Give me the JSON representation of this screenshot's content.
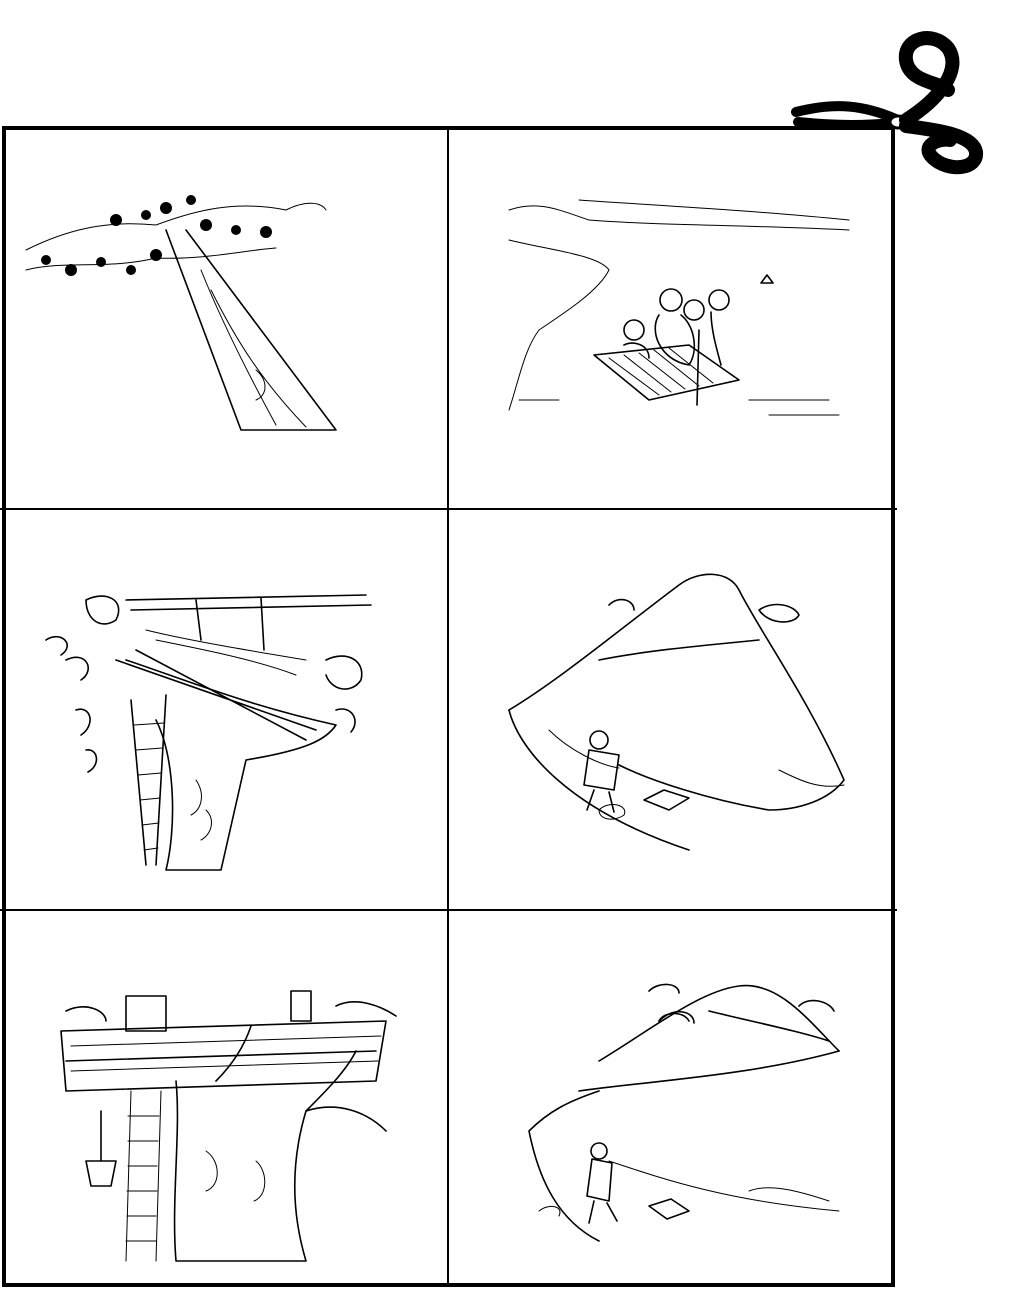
{
  "colors": {
    "ink": "#000000",
    "paper": "#ffffff"
  },
  "cut_marker": {
    "icon": "scissors-icon"
  },
  "cards": [
    {
      "id": "tree-looking-up",
      "icon": "tall-tree-picture"
    },
    {
      "id": "kids-on-raft",
      "icon": "raft-on-river-picture"
    },
    {
      "id": "treehouse-from-below",
      "icon": "treehouse-deck-picture"
    },
    {
      "id": "hiker-at-hill-base",
      "icon": "hill-path-picture"
    },
    {
      "id": "treehouse-in-tree",
      "icon": "treehouse-picture"
    },
    {
      "id": "hiker-on-hill-path",
      "icon": "hill-trail-picture"
    }
  ]
}
